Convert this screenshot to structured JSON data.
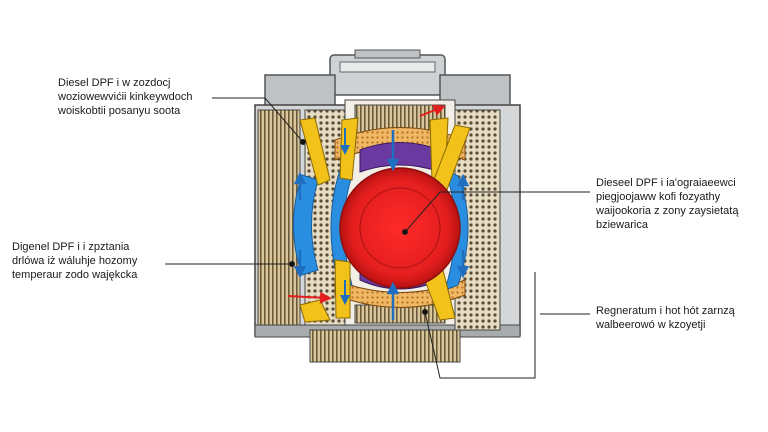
{
  "callouts": {
    "top_left": {
      "lines": [
        "Diesel DPF i w zozdocj",
        "woziowewvićii kinkeywdoch",
        "woiskobtii posanyu soota"
      ]
    },
    "mid_left": {
      "lines": [
        "Digenel DPF i i zpztania",
        "drlówa iż wáluhje hozomy",
        "temperaur zodo wajękcka"
      ]
    },
    "mid_right": {
      "lines": [
        "Dieseel DPF i ia'ograiaeewci",
        "piegjoojaww kofi fozyathy",
        "waijookoria z zony zaysietatą",
        "bziewarica"
      ]
    },
    "bot_right": {
      "lines": [
        "Regneratum i hot hót zarnzą",
        "walbeerowó w kzoyetji"
      ]
    }
  },
  "colors": {
    "core_red": "#e41e1e",
    "flow_blue": "#2a8ee0",
    "seal_yellow": "#f2c21b",
    "ring_purple": "#6a3aa0",
    "insulation_orange": "#e8a34a",
    "housing_gray": "#bfc2c4",
    "mesh_tan": "#c9b48a"
  }
}
